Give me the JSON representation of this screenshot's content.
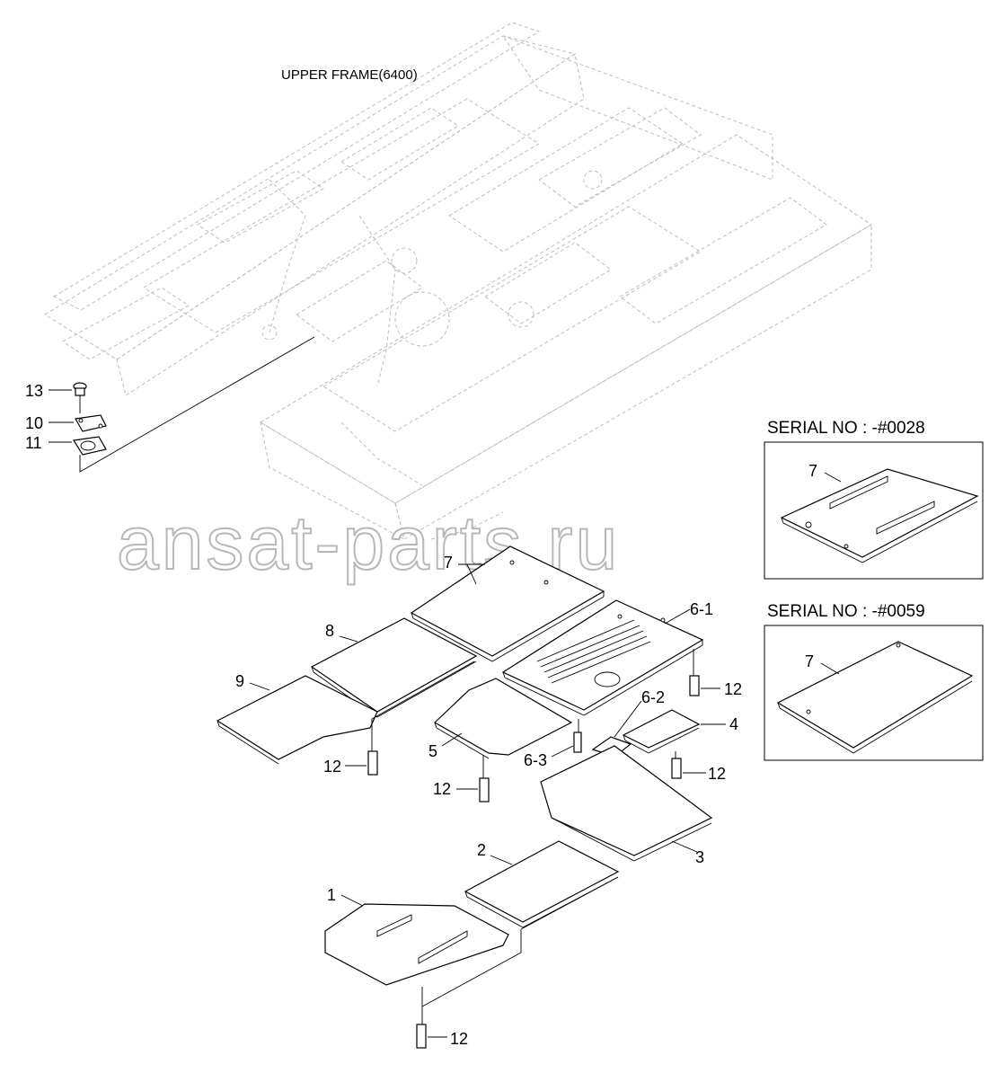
{
  "title": "UPPER FRAME(6400)",
  "watermark": "ansat-parts.ru",
  "insets": [
    {
      "serial": "SERIAL NO : -#0028",
      "part_label": "7"
    },
    {
      "serial": "SERIAL NO : -#0059",
      "part_label": "7"
    }
  ],
  "callouts": {
    "p1": "1",
    "p2": "2",
    "p3": "3",
    "p4": "4",
    "p5": "5",
    "p6_1": "6-1",
    "p6_2": "6-2",
    "p6_3": "6-3",
    "p7": "7",
    "p8": "8",
    "p9": "9",
    "p10": "10",
    "p11": "11",
    "p12_a": "12",
    "p12_b": "12",
    "p12_c": "12",
    "p12_d": "12",
    "p12_e": "12",
    "p13": "13"
  }
}
